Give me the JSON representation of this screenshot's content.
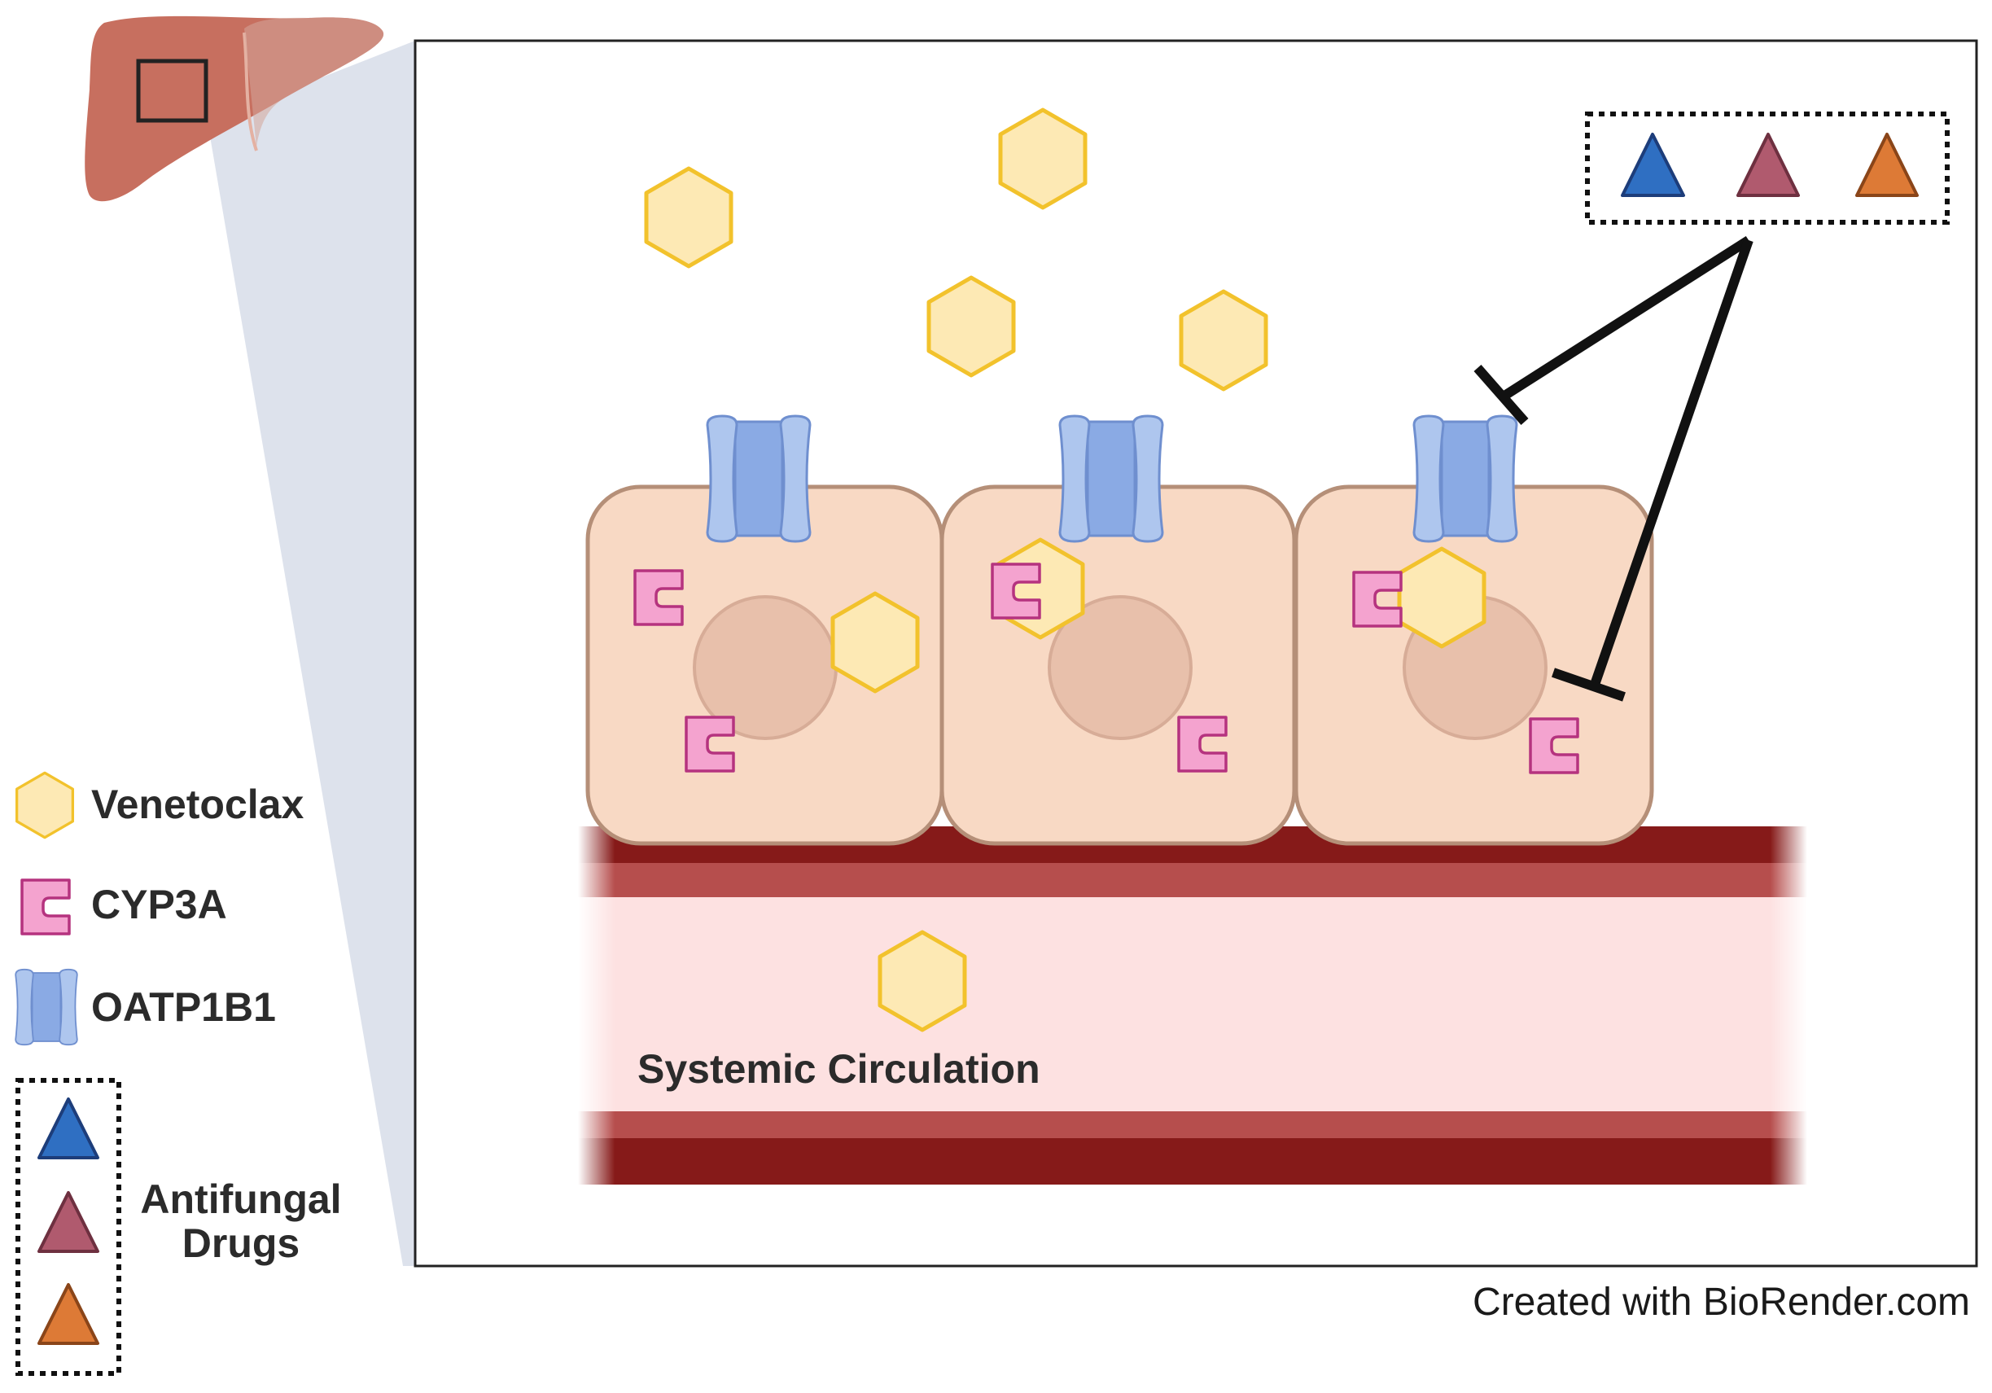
{
  "colors": {
    "venetoclax_fill": "#fde9b4",
    "venetoclax_stroke": "#f2c22c",
    "cyp3a_fill": "#f4a3cf",
    "cyp3a_stroke": "#b5337f",
    "oatp_light": "#aec6ee",
    "oatp_dark": "#8aaae4",
    "oatp_stroke": "#6f8fcf",
    "cell_fill": "#f8d9c4",
    "cell_stroke": "#b58f78",
    "nucleus_fill": "#e8c0ab",
    "vessel_dark": "#861a19",
    "vessel_mid": "#b64e4d",
    "vessel_lumen": "#fde1e1",
    "liver": "#c76f5f",
    "zoom_panel": "#dde2ec",
    "drug_blue": "#2f6fc2",
    "drug_mauve": "#b05a6e",
    "drug_orange": "#dd7a36"
  },
  "icons": [
    "liver-icon",
    "venetoclax-hexagon-icon",
    "cyp3a-enzyme-icon",
    "oatp1b1-transporter-icon",
    "antifungal-triangle-icon",
    "inhibition-arrow-icon"
  ],
  "vessel": {
    "label": "Systemic Circulation"
  },
  "legend": {
    "venetoclax": "Venetoclax",
    "cyp3a": "CYP3A",
    "oatp1b1": "OATP1B1",
    "antifungal_line1": "Antifungal",
    "antifungal_line2": "Drugs"
  },
  "credit": "Created with BioRender.com"
}
